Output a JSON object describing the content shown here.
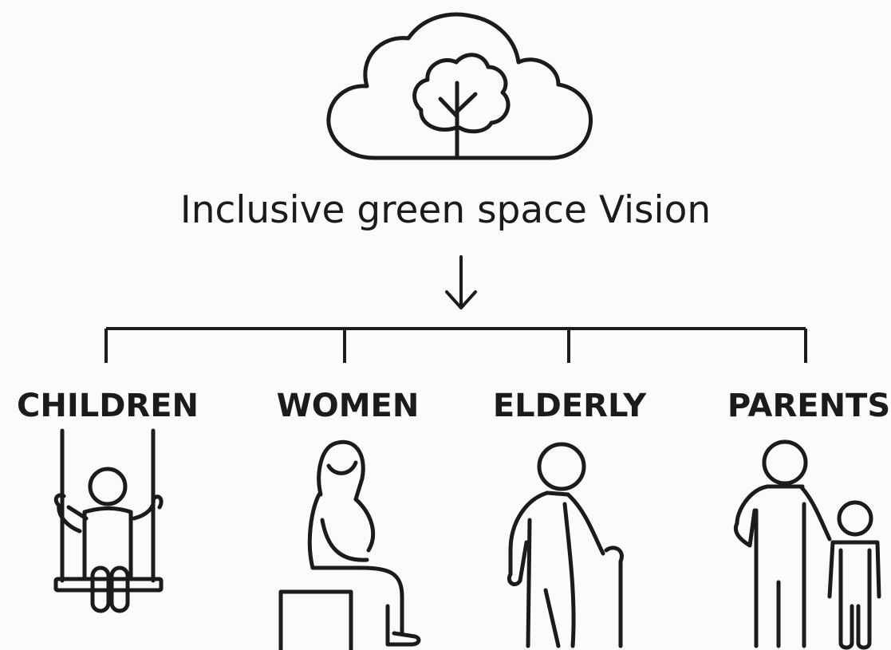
{
  "title": "Inclusive green space Vision",
  "groups": [
    {
      "label": "CHILDREN",
      "icon": "child-on-swing-icon"
    },
    {
      "label": "WOMEN",
      "icon": "seated-woman-icon"
    },
    {
      "label": "ELDERLY",
      "icon": "elderly-with-cane-icon"
    },
    {
      "label": "PARENTS",
      "icon": "parent-with-child-icon"
    }
  ],
  "colors": {
    "background": "#fbfbf9",
    "ink": "#1b1b1b"
  },
  "icons": {
    "top": "cloud-tree-icon",
    "arrow": "down-arrow-icon"
  }
}
